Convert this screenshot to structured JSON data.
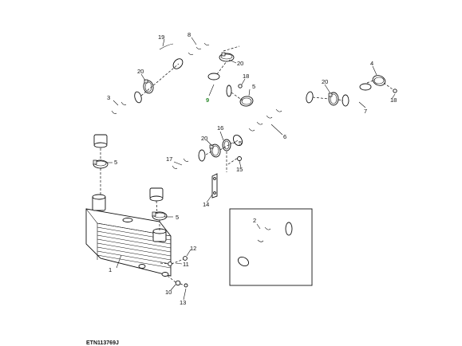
{
  "figure": {
    "reference_code": "ETN113769J",
    "callouts": [
      {
        "id": "c1",
        "label": "1"
      },
      {
        "id": "c2",
        "label": "2"
      },
      {
        "id": "c3",
        "label": "3"
      },
      {
        "id": "c4",
        "label": "4"
      },
      {
        "id": "c5a",
        "label": "5"
      },
      {
        "id": "c5b",
        "label": "5"
      },
      {
        "id": "c5c",
        "label": "5"
      },
      {
        "id": "c6",
        "label": "6"
      },
      {
        "id": "c7",
        "label": "7"
      },
      {
        "id": "c8",
        "label": "8"
      },
      {
        "id": "c9",
        "label": "9",
        "color": "#2d8a2d"
      },
      {
        "id": "c10",
        "label": "10"
      },
      {
        "id": "c11",
        "label": "11"
      },
      {
        "id": "c12",
        "label": "12"
      },
      {
        "id": "c13",
        "label": "13"
      },
      {
        "id": "c14",
        "label": "14"
      },
      {
        "id": "c15",
        "label": "15"
      },
      {
        "id": "c16",
        "label": "16"
      },
      {
        "id": "c17",
        "label": "17"
      },
      {
        "id": "c18a",
        "label": "18"
      },
      {
        "id": "c18b",
        "label": "18"
      },
      {
        "id": "c19",
        "label": "19"
      },
      {
        "id": "c20a",
        "label": "20"
      },
      {
        "id": "c20b",
        "label": "20"
      },
      {
        "id": "c20c",
        "label": "20"
      },
      {
        "id": "c20d",
        "label": "20"
      }
    ]
  },
  "colors": {
    "line": "#111111",
    "highlight": "#2d8a2d",
    "background": "#ffffff"
  }
}
